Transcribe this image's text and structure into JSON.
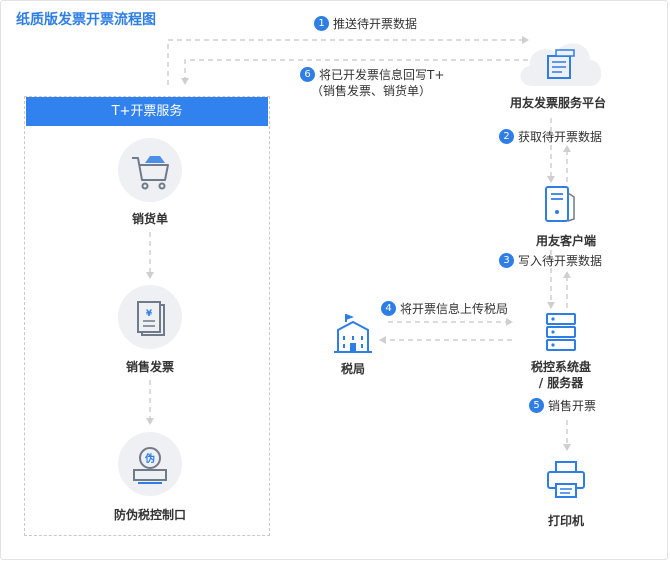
{
  "title": "纸质版发票开票流程图",
  "service_box": {
    "header": "T+开票服务",
    "nodes": [
      {
        "label": "销货单",
        "icon": "shopping-cart-icon"
      },
      {
        "label": "销售发票",
        "icon": "invoice-icon"
      },
      {
        "label": "防伪税控制口",
        "icon": "tax-control-icon"
      }
    ]
  },
  "right_nodes": {
    "platform": "用友发票服务平台",
    "client": "用友客户端",
    "tax_disk_line1": "税控系统盘",
    "tax_disk_line2": "/ 服务器",
    "printer": "打印机",
    "tax_bureau": "税局"
  },
  "steps": [
    {
      "num": "1",
      "text": "推送待开票数据"
    },
    {
      "num": "2",
      "text": "获取待开票数据"
    },
    {
      "num": "3",
      "text": "写入待开票数据"
    },
    {
      "num": "4",
      "text": "将开票信息上传税局"
    },
    {
      "num": "5",
      "text": "销售开票"
    },
    {
      "num": "6",
      "text": "将已开发票信息回写T+",
      "subtext": "（销售发票、销货单）"
    }
  ],
  "colors": {
    "accent": "#2f7ee6",
    "header_bg": "#3182ef",
    "line": "#cfcfcf",
    "icon_bg": "#eef0f3"
  }
}
